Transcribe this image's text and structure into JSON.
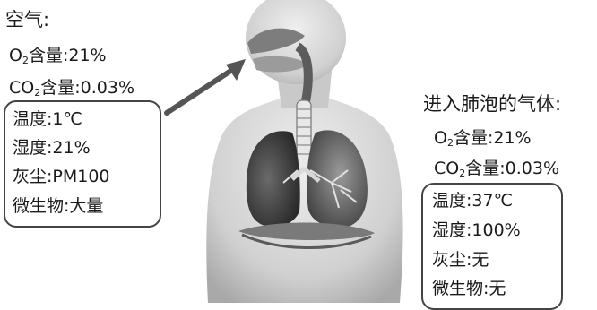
{
  "air_panel": {
    "title": "空气:",
    "o2": {
      "prefix": "O",
      "sub": "2",
      "label": "含量:",
      "value": "21%"
    },
    "co2": {
      "prefix": "CO",
      "sub": "2",
      "label": "含量:",
      "value": "0.03%"
    },
    "box_lines": [
      "温度:1℃",
      "湿度:21%",
      "灰尘:PM100",
      "微生物:大量"
    ]
  },
  "alveoli_panel": {
    "title": "进入肺泡的气体:",
    "o2": {
      "prefix": "O",
      "sub": "2",
      "label": "含量:",
      "value": "21%"
    },
    "co2": {
      "prefix": "CO",
      "sub": "2",
      "label": "含量:",
      "value": "0.03%"
    },
    "box_lines": [
      "温度:37℃",
      "湿度:100%",
      "灰尘:无",
      "微生物:无"
    ]
  },
  "colors": {
    "text": "#1a1a1a",
    "body": "#d4d4d4",
    "lung": "#3a3a3a",
    "arrow": "#555555"
  }
}
